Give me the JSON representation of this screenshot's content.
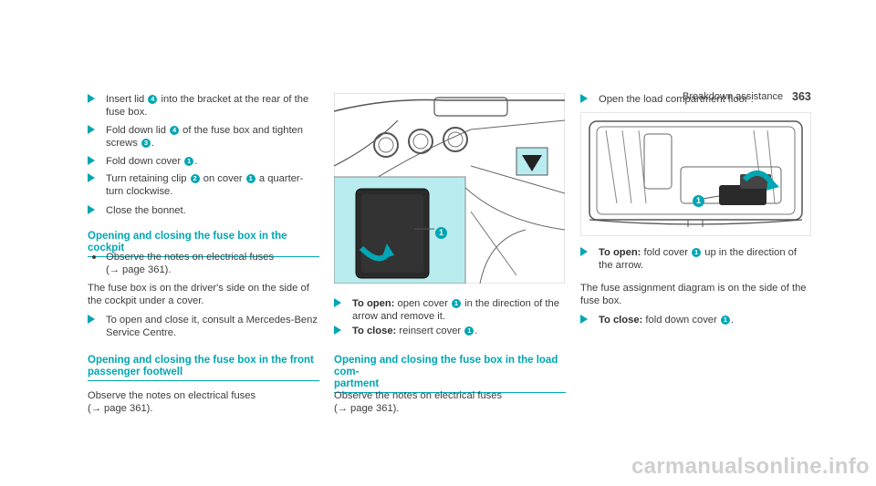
{
  "header": {
    "section": "Breakdown assistance",
    "page_number": "363"
  },
  "col1": {
    "steps_a": [
      {
        "pre": "Insert lid ",
        "num": "4",
        "post": " into the bracket at the rear of the",
        "line2": "fuse box."
      },
      {
        "pre": "Fold down lid ",
        "num": "4",
        "post": " of the fuse box and tighten",
        "line2_pre": "screws ",
        "line2_num": "3",
        "line2_post": "."
      },
      {
        "pre": "Fold down cover ",
        "num": "1",
        "post": "."
      },
      {
        "pre": "Turn retaining clip ",
        "num": "2",
        "post": " on cover ",
        "num2": "1",
        "post2": " a quarter-",
        "line2": "turn clockwise."
      },
      {
        "pre": "Close the bonnet."
      }
    ],
    "heading1": "Opening and closing the fuse box in the cockpit",
    "bullet1": {
      "line1": "Observe the notes on electrical fuses",
      "line2": "(→ page 361)."
    },
    "para1": {
      "line1": "The fuse box is on the driver's side on the side of",
      "line2": "the cockpit under a cover."
    },
    "step_b": {
      "line1": "To open and close it, consult a Mercedes-Benz",
      "line2": "Service Centre."
    },
    "heading2": {
      "line1": "Opening and closing the fuse box in the front",
      "line2": "passenger footwell"
    },
    "para2": {
      "line1": "Observe the notes on electrical fuses",
      "line2": "(→ page 361)."
    }
  },
  "col2": {
    "callout": "1",
    "step1": {
      "bold": "To open:",
      "pre": " open cover ",
      "num": "1",
      "post": " in the direction of the",
      "line2": "arrow and remove it."
    },
    "step2": {
      "bold": "To close:",
      "pre": " reinsert cover ",
      "num": "1",
      "post": "."
    },
    "heading": {
      "line1": "Opening and closing the fuse box in the load com-",
      "line2": "partment"
    },
    "para": {
      "line1": "Observe the notes on electrical fuses",
      "line2": "(→ page 361)."
    }
  },
  "col3": {
    "step0": "Open the load compartment floor .",
    "callout": "1",
    "step1": {
      "bold": "To open:",
      "pre": " fold cover ",
      "num": "1",
      "post": " up in the direction of",
      "line2": "the arrow."
    },
    "para": {
      "line1": "The fuse assignment diagram is on the side of the",
      "line2": "fuse box."
    },
    "step2": {
      "bold": "To close:",
      "pre": " fold down cover ",
      "num": "1",
      "post": "."
    }
  },
  "watermark": "carmanualsonline.info"
}
